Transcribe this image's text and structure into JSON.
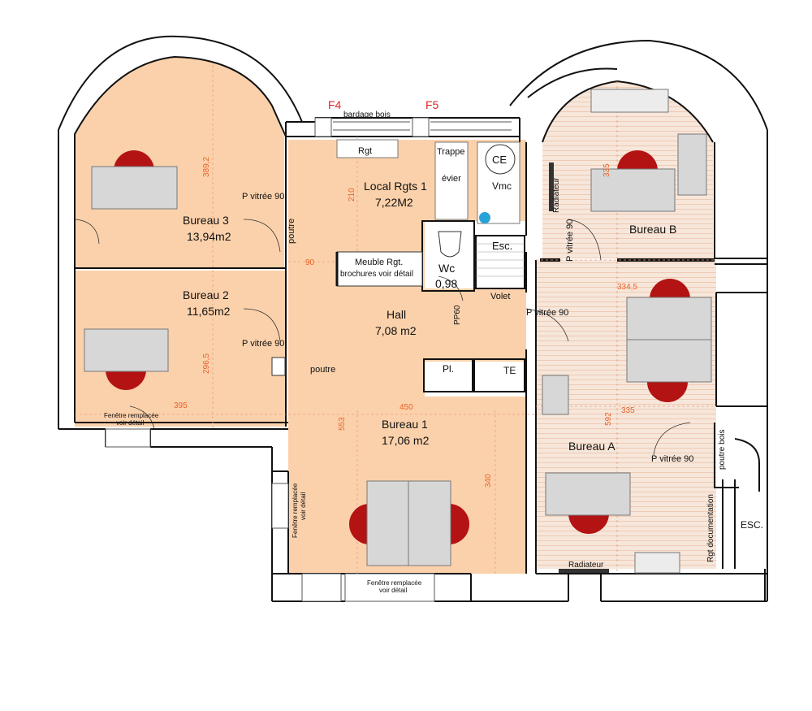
{
  "colors": {
    "room_fill": "#fbd1ab",
    "striped_fill": "#f7e6da",
    "wall": "#111111",
    "dim": "#e8632a",
    "chair": "#b31313",
    "desk": "#d7d7d7",
    "marker": "#e0262a",
    "water": "#28a3d8"
  },
  "markers": {
    "f4": "F4",
    "f5": "F5",
    "bardage": "bardage bois"
  },
  "rooms": {
    "bureau3": {
      "name": "Bureau  3",
      "area": "13,94m2"
    },
    "bureau2": {
      "name": "Bureau  2",
      "area": "11,65m2"
    },
    "local": {
      "name": "Local Rgts 1",
      "area": "7,22M2"
    },
    "wc": {
      "name": "Wc",
      "area": "0,98"
    },
    "hall": {
      "name": "Hall",
      "area": "7,08 m2"
    },
    "bureau1": {
      "name": "Bureau  1",
      "area": "17,06 m2"
    },
    "bureauB": {
      "name": "Bureau  B"
    },
    "bureauA": {
      "name": "Bureau  A"
    }
  },
  "labels": {
    "rgt": "Rgt",
    "trappe": "Trappe",
    "evier": "évier",
    "ce": "CE",
    "vmc": "Vmc",
    "esc": "Esc.",
    "esc2": "ESC.",
    "volet": "Volet",
    "pp60": "PP60",
    "pl": "Pl.",
    "te": "TE",
    "meuble1": "Meuble Rgt.",
    "meuble2": "brochures voir détail",
    "poutre_v": "poutre",
    "poutre_h": "poutre",
    "poutre_bois": "poutre bois",
    "radiateur_top": "Radiateur",
    "radiateur_bottom": "Radiateur",
    "rgt_doc": "Rgt documentation",
    "pv_b3": "P vitrée 90",
    "pv_b2": "P vitrée 90",
    "pv_bB": "P vitrée 90",
    "pv_hall": "P vitrée 90",
    "pv_bA": "P vitrée 90",
    "fen1_a": "Fenêtre remplacée",
    "fen1_b": "voir détail",
    "fen2_a": "Fenêtre remplacée",
    "fen2_b": "voir détail",
    "fen3_a": "Fenêtre remplacée",
    "fen3_b": "voir détail"
  },
  "dimensions": {
    "d389": "389,2",
    "d210": "210",
    "d90": "90",
    "d2965": "296,5",
    "d395": "395",
    "d450": "450",
    "d553": "553",
    "d340": "340",
    "d335a": "335",
    "d3345": "334,5",
    "d592": "592",
    "d335b": "335"
  }
}
